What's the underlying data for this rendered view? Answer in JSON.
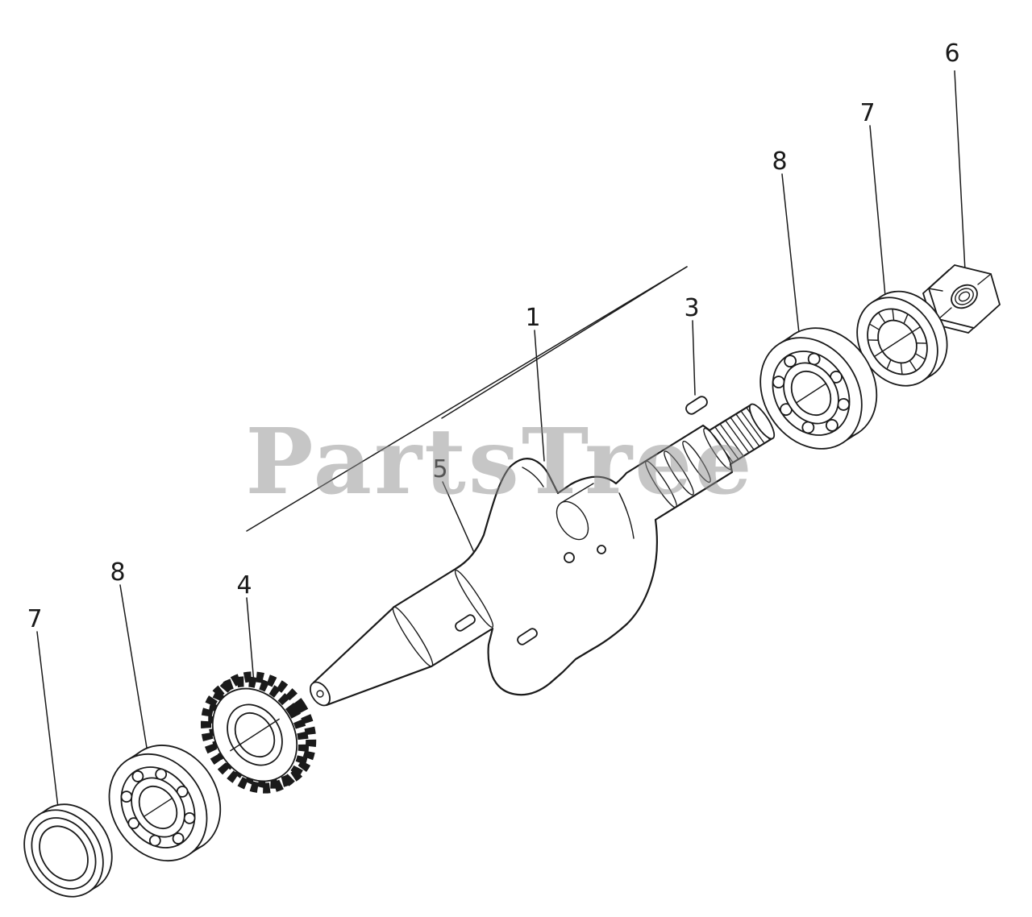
{
  "watermark": {
    "text": "PartsTree",
    "color": "#8f8f8f"
  },
  "colors": {
    "line": "#1a1a1a",
    "background": "#ffffff"
  },
  "callouts": {
    "crankshaft": "1",
    "woodruff_key": "3",
    "timing_gear": "4",
    "crank_keys": "5",
    "hex_nut": "6",
    "seal_right": "7",
    "bearing_right": "8",
    "bearing_left": "8",
    "seal_left": "7"
  }
}
